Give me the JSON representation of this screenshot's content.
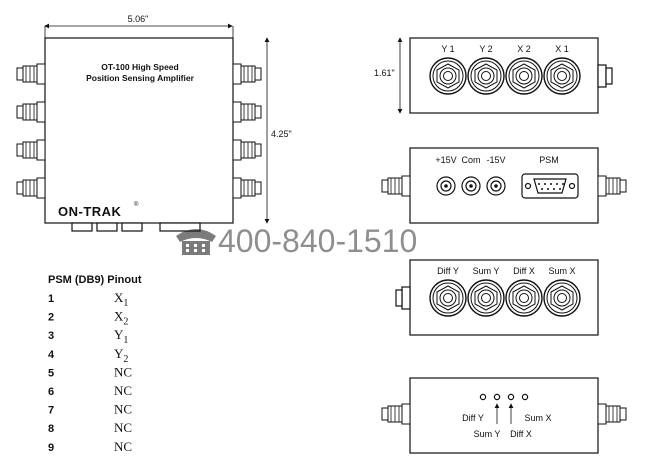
{
  "front_view": {
    "width_dim": "5.06\"",
    "height_dim": "4.25\"",
    "title_line1": "OT-100 High Speed",
    "title_line2": "Position Sensing Amplifier",
    "brand": "ON-TRAK"
  },
  "side_top": {
    "height_dim": "1.61\"",
    "connectors": [
      "Y 1",
      "Y 2",
      "X 2",
      "X 1"
    ]
  },
  "side_power": {
    "labels": [
      "+15V",
      "Com",
      "-15V"
    ],
    "psm_label": "PSM"
  },
  "side_outputs": {
    "connectors": [
      "Diff Y",
      "Sum Y",
      "Diff X",
      "Sum X"
    ]
  },
  "side_trim": {
    "labels_top": [
      "Diff Y",
      "Sum X"
    ],
    "labels_bottom": [
      "Sum Y",
      "Diff X"
    ]
  },
  "watermark": "400-840-1510",
  "pinout": {
    "title": "PSM (DB9) Pinout",
    "rows": [
      {
        "pin": "1",
        "base": "X",
        "sub": "1"
      },
      {
        "pin": "2",
        "base": "X",
        "sub": "2"
      },
      {
        "pin": "3",
        "base": "Y",
        "sub": "1"
      },
      {
        "pin": "4",
        "base": "Y",
        "sub": "2"
      },
      {
        "pin": "5",
        "base": "NC",
        "sub": ""
      },
      {
        "pin": "6",
        "base": "NC",
        "sub": ""
      },
      {
        "pin": "7",
        "base": "NC",
        "sub": ""
      },
      {
        "pin": "8",
        "base": "NC",
        "sub": ""
      },
      {
        "pin": "9",
        "base": "NC",
        "sub": ""
      }
    ]
  }
}
